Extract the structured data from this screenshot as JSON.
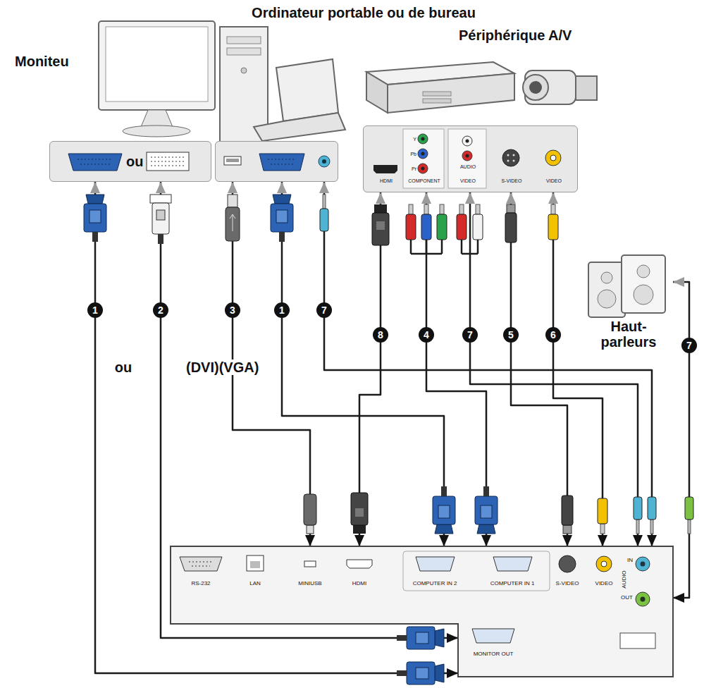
{
  "diagram": {
    "nodes": [
      {
        "text": [
          "Moniteu",
          "ou"
        ]
      },
      {
        "text": [
          "Ordinateur portable ou de bureau"
        ]
      },
      {
        "text": [
          "Périphérique A/V",
          "HDMI",
          "Y",
          "Pb",
          "Pr",
          "COMPONENT",
          "AUDIO",
          "VIDEO",
          "S-VIDEO",
          "VIDEO"
        ]
      },
      {
        "text": [
          "Haut-parleurs"
        ]
      },
      {
        "text": [
          "RS-232",
          "LAN",
          "MINIUSB",
          "HDMI",
          "COMPUTER IN 2",
          "COMPUTER IN 1",
          "S-VIDEO",
          "VIDEO",
          "IN",
          "AUDIO",
          "OUT",
          "MONITOR OUT"
        ]
      }
    ],
    "edges": [
      {
        "from": 0,
        "to": 4,
        "label": "1",
        "arrow": "both"
      },
      {
        "from": 0,
        "to": 4,
        "label": "2",
        "arrow": "both"
      },
      {
        "from": 1,
        "to": 4,
        "label": "3",
        "arrow": "both"
      },
      {
        "from": 1,
        "to": 4,
        "label": "1",
        "arrow": "both"
      },
      {
        "from": 1,
        "to": 4,
        "label": "7",
        "arrow": "both"
      },
      {
        "from": 2,
        "to": 4,
        "label": "8",
        "arrow": "both"
      },
      {
        "from": 2,
        "to": 4,
        "label": "4",
        "arrow": "both"
      },
      {
        "from": 2,
        "to": 4,
        "label": "7",
        "arrow": "both"
      },
      {
        "from": 2,
        "to": 4,
        "label": "5",
        "arrow": "both"
      },
      {
        "from": 2,
        "to": 4,
        "label": "6",
        "arrow": "both"
      },
      {
        "from": 3,
        "to": 4,
        "label": "7",
        "arrow": "both"
      }
    ],
    "labels": [
      "ou",
      "(DVI)(VGA)"
    ]
  }
}
